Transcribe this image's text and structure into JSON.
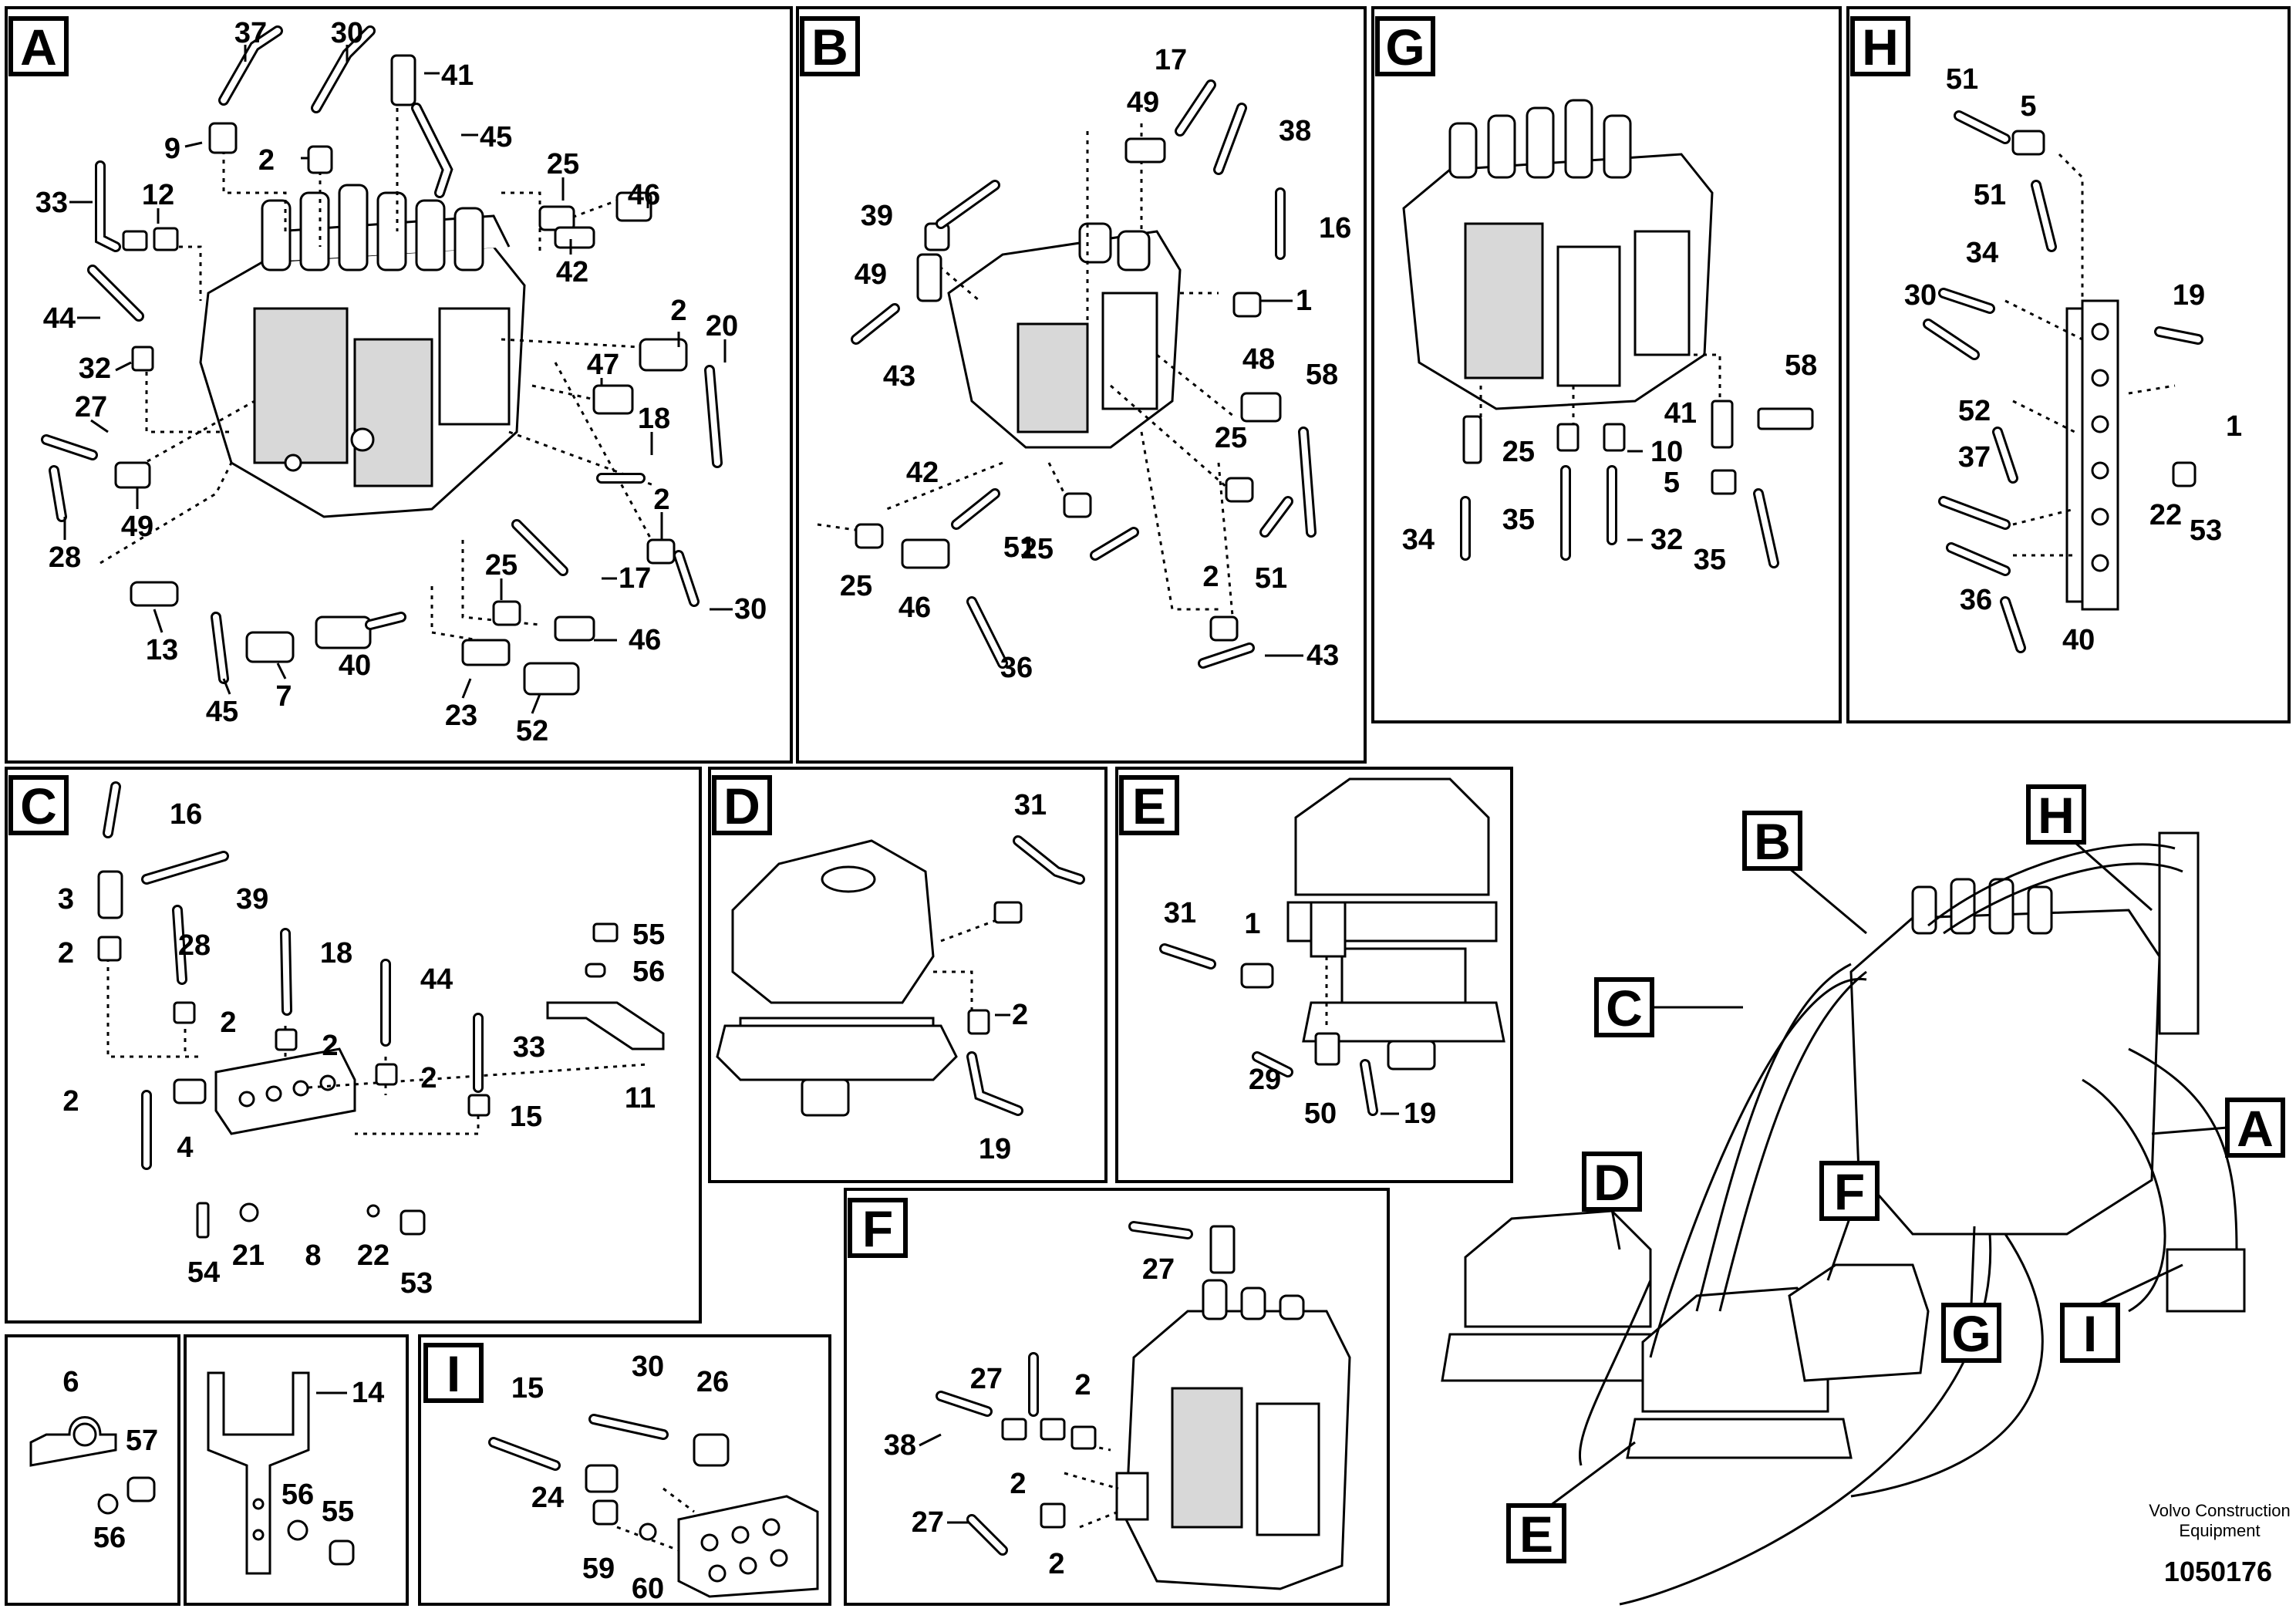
{
  "panels": {
    "A": {
      "letter": "A",
      "parts": [
        "37",
        "30",
        "41",
        "9",
        "2",
        "45",
        "33",
        "12",
        "25",
        "46",
        "42",
        "44",
        "2",
        "20",
        "32",
        "27",
        "47",
        "18",
        "49",
        "28",
        "2",
        "25",
        "17",
        "13",
        "45",
        "7",
        "40",
        "46",
        "30",
        "23",
        "52"
      ]
    },
    "B": {
      "letter": "B",
      "parts": [
        "17",
        "49",
        "38",
        "39",
        "16",
        "49",
        "1",
        "43",
        "48",
        "58",
        "25",
        "42",
        "25",
        "51",
        "25",
        "46",
        "51",
        "36",
        "2",
        "43"
      ]
    },
    "C": {
      "letter": "C",
      "parts": [
        "16",
        "3",
        "39",
        "2",
        "28",
        "18",
        "55",
        "44",
        "56",
        "2",
        "2",
        "33",
        "2",
        "11",
        "15",
        "2",
        "4",
        "54",
        "21",
        "8",
        "22",
        "53"
      ]
    },
    "D": {
      "letter": "D",
      "parts": [
        "31",
        "2",
        "19"
      ]
    },
    "E": {
      "letter": "E",
      "parts": [
        "31",
        "1",
        "29",
        "50",
        "19"
      ]
    },
    "F": {
      "letter": "F",
      "parts": [
        "27",
        "27",
        "2",
        "38",
        "2",
        "27",
        "2"
      ]
    },
    "G": {
      "letter": "G",
      "parts": [
        "58",
        "41",
        "25",
        "10",
        "5",
        "34",
        "35",
        "32",
        "35"
      ]
    },
    "H": {
      "letter": "H",
      "parts": [
        "51",
        "5",
        "51",
        "34",
        "30",
        "19",
        "52",
        "1",
        "37",
        "22",
        "53",
        "36",
        "40"
      ]
    },
    "I": {
      "letter": "I",
      "parts": [
        "15",
        "30",
        "26",
        "24",
        "59",
        "60"
      ]
    },
    "clamp": {
      "parts": [
        "6",
        "57",
        "56"
      ]
    },
    "bracket": {
      "parts": [
        "14",
        "56",
        "55"
      ]
    }
  },
  "overview_labels": [
    "B",
    "H",
    "C",
    "A",
    "D",
    "F",
    "G",
    "I",
    "E"
  ],
  "footer": {
    "brand_line1": "Volvo Construction",
    "brand_line2": "Equipment",
    "doc_number": "1050176"
  }
}
